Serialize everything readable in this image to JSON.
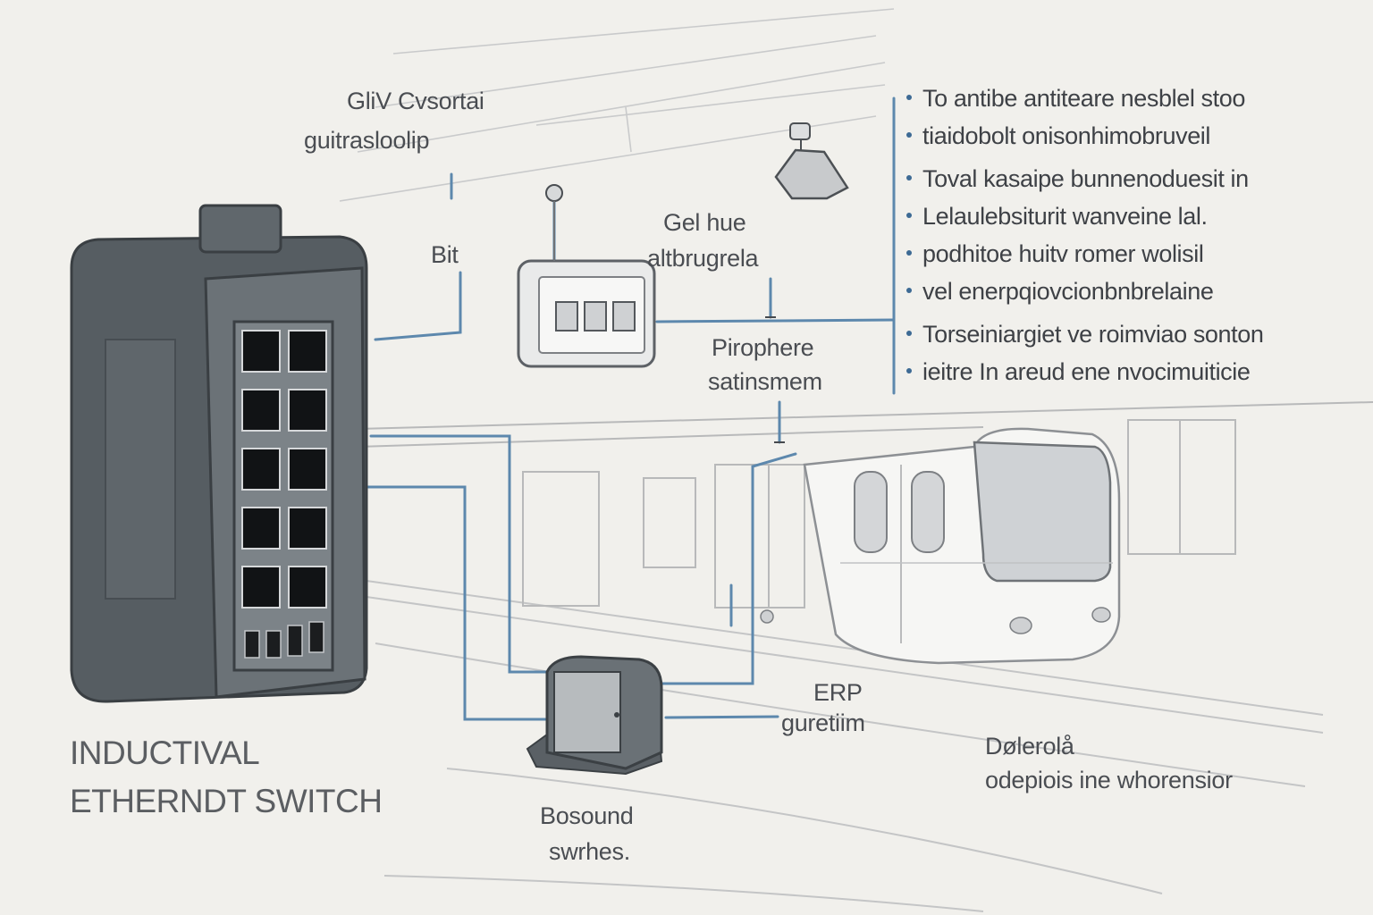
{
  "labels": {
    "top_left": [
      "GliV Cvsortai",
      "guitrasloolip"
    ],
    "bit": "Bit",
    "gel_hue": [
      "Gel hue",
      "altbrugrela"
    ],
    "pirophere": [
      "Pirophere",
      "satinsmem"
    ],
    "erp": [
      "ERP",
      "guretiim"
    ],
    "bosound": [
      "Bosound",
      "swrhes."
    ],
    "dolerola": [
      "Dølerolå",
      "odepiois ine whorensior"
    ]
  },
  "title": [
    "INDUCTIVAL",
    "ETHERNDT SWITCH"
  ],
  "notes": [
    "To antibe antiteare nesblel stoo",
    "tiaidobolt onisonhimobruveil",
    "Toval kasaipe bunnenoduesit in",
    "Lelaulebsiturit wanveine lal.",
    "podhitoe huitv romer wolisil",
    "vel enerpqiovcionbnbrelaine",
    "Torseiniargiet ve roimviao sonton",
    "ieitre In areud ene nvocimuiticie"
  ],
  "colors": {
    "background": "#f1f0ec",
    "connector": "#5d88ad",
    "switch_body": "#5f666b",
    "text": "#4a4d52"
  },
  "icons": [
    "ethernet-switch-icon",
    "camera-icon",
    "ceiling-light-icon",
    "control-panel-icon",
    "junction-box-icon",
    "train-icon"
  ]
}
